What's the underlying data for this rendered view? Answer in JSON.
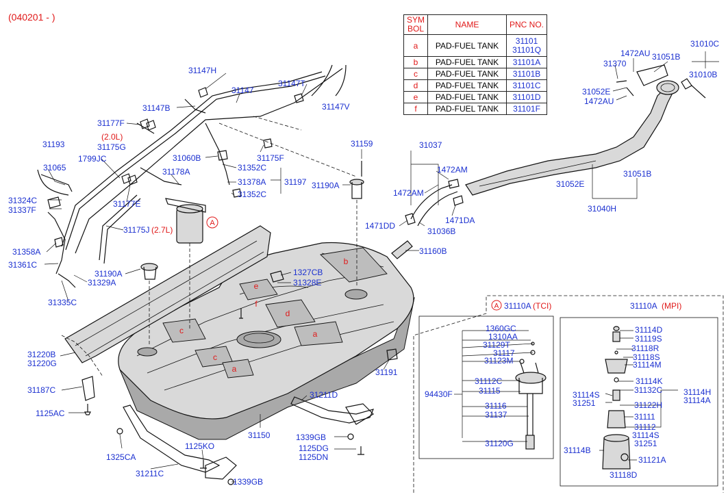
{
  "header": {
    "date_range": "(040201 - )"
  },
  "table": {
    "headers": {
      "symbol": "SYM BOL",
      "name": "NAME",
      "pnc": "PNC NO."
    },
    "rows": [
      {
        "sym": "a",
        "name": "PAD-FUEL TANK",
        "pnc": "31101 31101Q"
      },
      {
        "sym": "b",
        "name": "PAD-FUEL TANK",
        "pnc": "31101A"
      },
      {
        "sym": "c",
        "name": "PAD-FUEL TANK",
        "pnc": "31101B"
      },
      {
        "sym": "d",
        "name": "PAD-FUEL TANK",
        "pnc": "31101C"
      },
      {
        "sym": "e",
        "name": "PAD-FUEL TANK",
        "pnc": "31101D"
      },
      {
        "sym": "f",
        "name": "PAD-FUEL TANK",
        "pnc": "31101F"
      }
    ]
  },
  "labels": {
    "p31147H": "31147H",
    "p31147": "31147",
    "p31147T": "31147T",
    "p31147V": "31147V",
    "p31147B": "31147B",
    "p31177F": "31177F",
    "p31193": "31193",
    "p31175G": "31175G",
    "p31065": "31065",
    "p1799JC": "1799JC",
    "p31060B": "31060B",
    "p31352C_a": "31352C",
    "p31378A": "31378A",
    "p31197": "31197",
    "p31352C_b": "31352C",
    "p31175F": "31175F",
    "p31178A": "31178A",
    "p31324C": "31324C",
    "p31337F": "31337F",
    "p31177E": "31177E",
    "p31175J": "31175J",
    "p31358A": "31358A",
    "p31361C": "31361C",
    "p31190A_a": "31190A",
    "p31329A": "31329A",
    "p31335C": "31335C",
    "p31159": "31159",
    "p31190A_b": "31190A",
    "p31037": "31037",
    "p1472AM_a": "1472AM",
    "p1472AM_b": "1472AM",
    "p1471DD": "1471DD",
    "p1471DA": "1471DA",
    "p31036B": "31036B",
    "p31160B": "31160B",
    "p31052E_a": "31052E",
    "p31051B_a": "31051B",
    "p31040H": "31040H",
    "p1472AU_a": "1472AU",
    "p31051B_b": "31051B",
    "p31010C": "31010C",
    "p31370": "31370",
    "p31010B": "31010B",
    "p31052E_b": "31052E",
    "p1472AU_b": "1472AU",
    "p1327CB": "1327CB",
    "p31328E": "31328E",
    "p31220B": "31220B",
    "p31220G": "31220G",
    "p31187C": "31187C",
    "p1125AC": "1125AC",
    "p31191": "31191",
    "p31211D": "31211D",
    "p31150": "31150",
    "p1339GB_a": "1339GB",
    "p1125DG": "1125DG",
    "p1125DN": "1125DN",
    "p1125KO": "1125KO",
    "p1325CA": "1325CA",
    "p31211C": "31211C",
    "p1339GB_b": "1339GB"
  },
  "variants": {
    "v20L": "(2.0L)",
    "v27L": "(2.7L)",
    "circleA": "A",
    "tci": "(TCI)",
    "mpi": "(MPI)"
  },
  "tci": {
    "title": "31110A",
    "labels": {
      "p1360GC": "1360GC",
      "p1310AA": "1310AA",
      "p31129T": "31129T",
      "p31117": "31117",
      "p31123M": "31123M",
      "p31112C": "31112C",
      "p31115": "31115",
      "p94430F": "94430F",
      "p31116": "31116",
      "p31137": "31137",
      "p31120G": "31120G"
    }
  },
  "mpi": {
    "title": "31110A",
    "labels": {
      "p31114D": "31114D",
      "p31119S": "31119S",
      "p31118R": "31118R",
      "p31118S": "31118S",
      "p31114M": "31114M",
      "p31114K": "31114K",
      "p31114S_a": "31114S",
      "p31251_a": "31251",
      "p31132C": "31132C",
      "p31114H": "31114H",
      "p31114A": "31114A",
      "p31122H": "31122H",
      "p31111": "31111",
      "p31112": "31112",
      "p31114S_b": "31114S",
      "p31251_b": "31251",
      "p31114B": "31114B",
      "p31121A": "31121A",
      "p31118D": "31118D"
    }
  },
  "pads": {
    "a": "a",
    "b": "b",
    "c": "c",
    "d": "d",
    "e": "e",
    "f": "f"
  },
  "colors": {
    "label": "#1a2fd0",
    "variant": "#e01818",
    "tank": "#d9d9d9"
  }
}
